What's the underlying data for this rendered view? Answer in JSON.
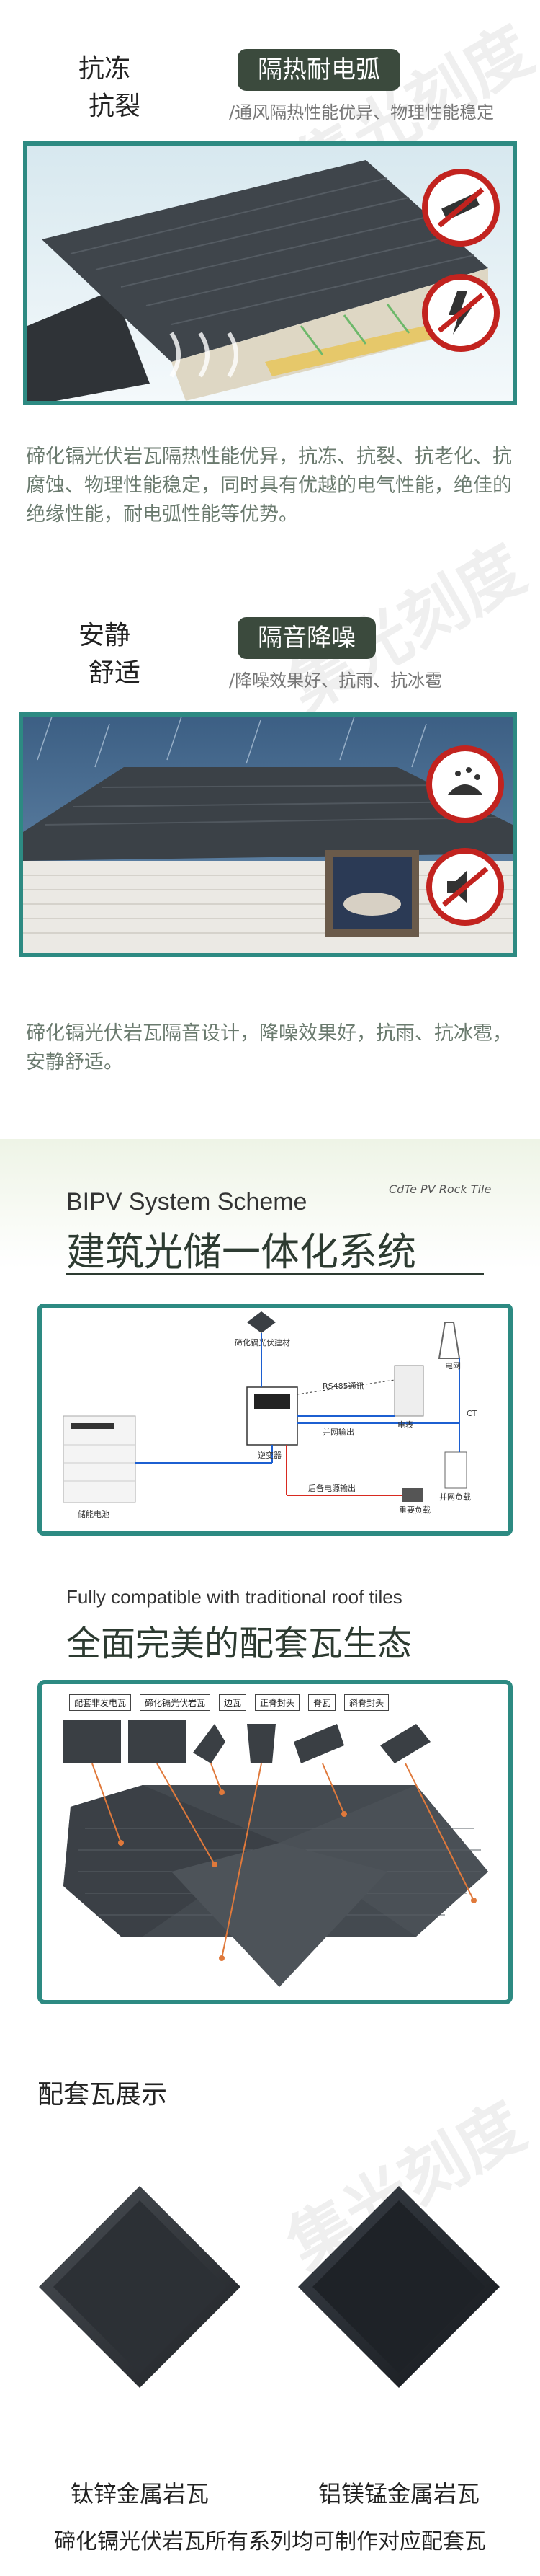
{
  "watermark": "集光刻度",
  "section1": {
    "left_title_1": "抗冻",
    "left_title_2": "抗裂",
    "pill": "隔热耐电弧",
    "sub": "/通风隔热性能优异、物理性能稳定",
    "desc": "碲化镉光伏岩瓦隔热性能优异，抗冻、抗裂、抗老化、抗腐蚀、物理性能稳定，同时具有优越的电气性能，绝佳的绝缘性能，耐电弧性能等优势。"
  },
  "section2": {
    "left_title_1": "安静",
    "left_title_2": "舒适",
    "pill": "隔音降噪",
    "sub": "/降噪效果好、抗雨、抗冰雹",
    "desc": "碲化镉光伏岩瓦隔音设计，降噪效果好，抗雨、抗冰雹，安静舒适。"
  },
  "section3": {
    "en_title": "BIPV System Scheme",
    "tagline": "CdTe PV Rock Tile",
    "cn_title": "建筑光储一体化系统",
    "diagram": {
      "labels": {
        "pv": "碲化镉光伏建材",
        "rs485": "RS485通讯",
        "grid": "电网",
        "ct": "CT",
        "meter": "电表",
        "grid_out": "并网输出",
        "inverter": "逆变器",
        "battery": "储能电池",
        "backup_out": "后备电源输出",
        "backup_load": "重要负载",
        "grid_load": "并网负载"
      }
    }
  },
  "section4": {
    "en_title": "Fully compatible with traditional roof tiles",
    "cn_title": "全面完美的配套瓦生态",
    "tile_labels": [
      "配套非发电瓦",
      "碲化镉光伏岩瓦",
      "边瓦",
      "正脊封头",
      "脊瓦",
      "斜脊封头"
    ]
  },
  "section5": {
    "title": "配套瓦展示",
    "left_caption": "钛锌金属岩瓦",
    "right_caption": "铝镁锰金属岩瓦",
    "footer": "碲化镉光伏岩瓦所有系列均可制作对应配套瓦"
  },
  "colors": {
    "pill_bg": "#3b4a3d",
    "teal": "#2d8a82",
    "warning_red": "#c2231f",
    "tile_dark": "#3a3f44"
  }
}
